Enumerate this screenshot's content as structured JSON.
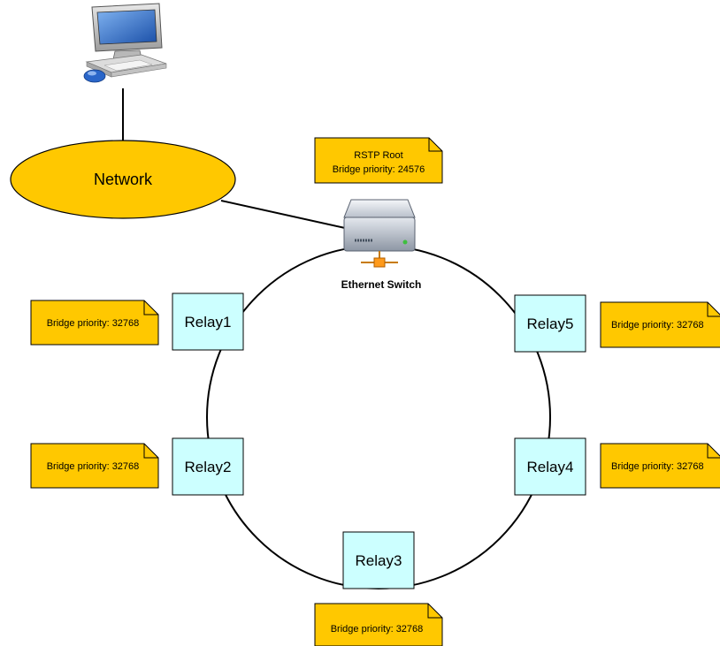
{
  "colors": {
    "accent_yellow": "#FFC800",
    "relay_fill": "#CCFFFF",
    "line": "#000000"
  },
  "computer": {
    "icon": "desktop-computer-icon"
  },
  "network": {
    "label": "Network"
  },
  "switch": {
    "icon": "ethernet-switch-icon",
    "label": "Ethernet Switch",
    "note_line1": "RSTP Root",
    "note_line2": "Bridge priority: 24576"
  },
  "relays": [
    {
      "label": "Relay1",
      "priority_note": "Bridge priority: 32768"
    },
    {
      "label": "Relay2",
      "priority_note": "Bridge priority: 32768"
    },
    {
      "label": "Relay3",
      "priority_note": "Bridge priority: 32768"
    },
    {
      "label": "Relay4",
      "priority_note": "Bridge priority: 32768"
    },
    {
      "label": "Relay5",
      "priority_note": "Bridge priority: 32768"
    }
  ]
}
